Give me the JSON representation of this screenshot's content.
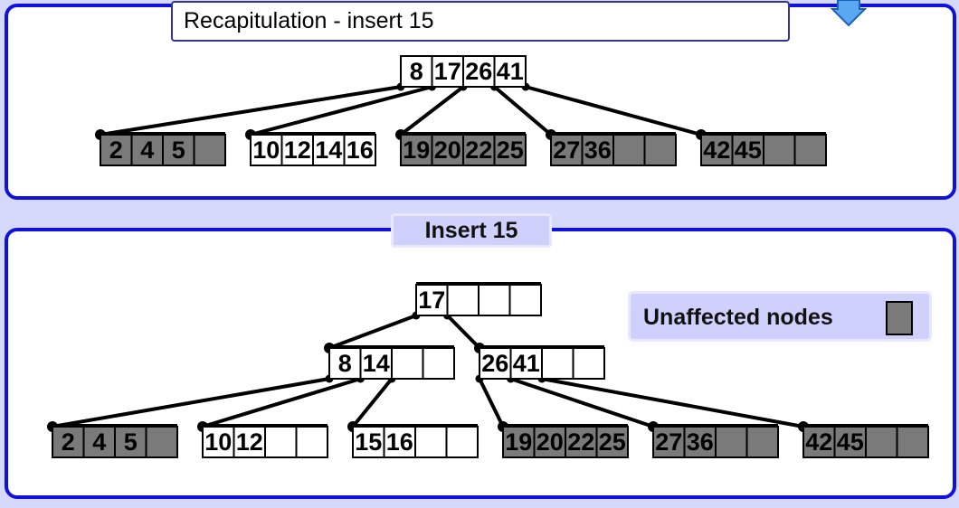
{
  "recap_title": "Recapitulation - insert  15",
  "insert_title": "Insert 15",
  "legend_label": "Unaffected nodes",
  "colors": {
    "border": "#1111dd",
    "unaffected": "#7a7a7a",
    "affected": "#ffffff",
    "tab": "#cfd0fb"
  },
  "icons": {
    "top_right": "down-arrow-icon"
  },
  "trees": [
    {
      "name": "recap-tree",
      "nodes": [
        {
          "id": "r-root",
          "keys": [
            "8",
            "17",
            "26",
            "41"
          ],
          "unaffected": false
        },
        {
          "id": "r-l1",
          "keys": [
            "2",
            "4",
            "5",
            ""
          ],
          "unaffected": true
        },
        {
          "id": "r-l2",
          "keys": [
            "10",
            "12",
            "14",
            "16"
          ],
          "unaffected": false
        },
        {
          "id": "r-l3",
          "keys": [
            "19",
            "20",
            "22",
            "25"
          ],
          "unaffected": true
        },
        {
          "id": "r-l4",
          "keys": [
            "27",
            "36",
            "",
            ""
          ],
          "unaffected": true
        },
        {
          "id": "r-l5",
          "keys": [
            "42",
            "45",
            "",
            ""
          ],
          "unaffected": true
        }
      ]
    },
    {
      "name": "insert-tree",
      "nodes": [
        {
          "id": "i-root",
          "keys": [
            "17",
            "",
            "",
            ""
          ],
          "unaffected": false
        },
        {
          "id": "i-a",
          "keys": [
            "8",
            "14",
            "",
            ""
          ],
          "unaffected": false
        },
        {
          "id": "i-b",
          "keys": [
            "26",
            "41",
            "",
            ""
          ],
          "unaffected": false
        },
        {
          "id": "i-l1",
          "keys": [
            "2",
            "4",
            "5",
            ""
          ],
          "unaffected": true
        },
        {
          "id": "i-l2",
          "keys": [
            "10",
            "12",
            "",
            ""
          ],
          "unaffected": false
        },
        {
          "id": "i-l3",
          "keys": [
            "15",
            "16",
            "",
            ""
          ],
          "unaffected": false
        },
        {
          "id": "i-l4",
          "keys": [
            "19",
            "20",
            "22",
            "25"
          ],
          "unaffected": true
        },
        {
          "id": "i-l5",
          "keys": [
            "27",
            "36",
            "",
            ""
          ],
          "unaffected": true
        },
        {
          "id": "i-l6",
          "keys": [
            "42",
            "45",
            "",
            ""
          ],
          "unaffected": true
        }
      ]
    }
  ]
}
